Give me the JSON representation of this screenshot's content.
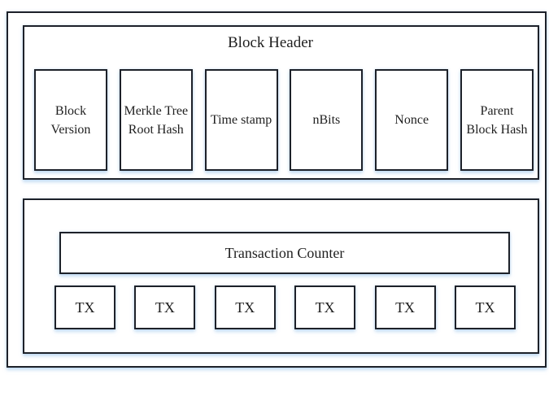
{
  "block_header": {
    "title": "Block Header",
    "fields": [
      "Block Version",
      "Merkle Tree Root Hash",
      "Time stamp",
      "nBits",
      "Nonce",
      "Parent Block Hash"
    ]
  },
  "body": {
    "counter_label": "Transaction Counter",
    "tx_labels": [
      "TX",
      "TX",
      "TX",
      "TX",
      "TX",
      "TX"
    ]
  },
  "colors": {
    "border": "#1d2129",
    "shadow_glow": "#cfe1f3",
    "text": "#1f1f1f",
    "background": "#ffffff"
  }
}
